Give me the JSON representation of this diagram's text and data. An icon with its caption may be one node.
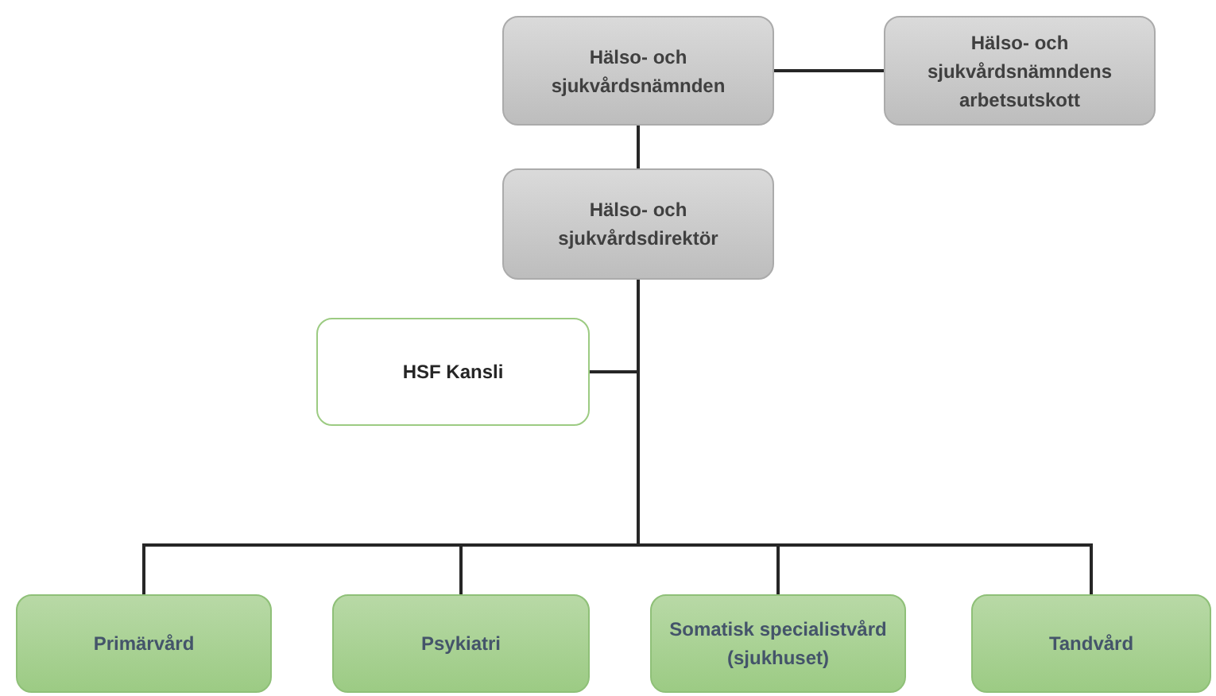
{
  "diagram": {
    "nodes": [
      {
        "text": [
          "Hälso- och sjukvårdsnämnden"
        ]
      },
      {
        "text": [
          "Hälso- och sjukvårdsnämndens arbetsutskott"
        ]
      },
      {
        "text": [
          "Hälso- och sjukvårdsdirektör"
        ]
      },
      {
        "text": [
          "HSF Kansli"
        ]
      },
      {
        "text": [
          "Primärvård"
        ]
      },
      {
        "text": [
          "Psykiatri"
        ]
      },
      {
        "text": [
          "Somatisk specialistvård (sjukhuset)"
        ]
      },
      {
        "text": [
          "Tandvård"
        ]
      }
    ],
    "edges": [
      {
        "from": 0,
        "to": 1,
        "arrow": "none"
      },
      {
        "from": 0,
        "to": 2,
        "arrow": "none"
      },
      {
        "from": 2,
        "to": 3,
        "arrow": "none"
      },
      {
        "from": 2,
        "to": 4,
        "arrow": "none"
      },
      {
        "from": 2,
        "to": 5,
        "arrow": "none"
      },
      {
        "from": 2,
        "to": 6,
        "arrow": "none"
      },
      {
        "from": 2,
        "to": 7,
        "arrow": "none"
      }
    ]
  }
}
